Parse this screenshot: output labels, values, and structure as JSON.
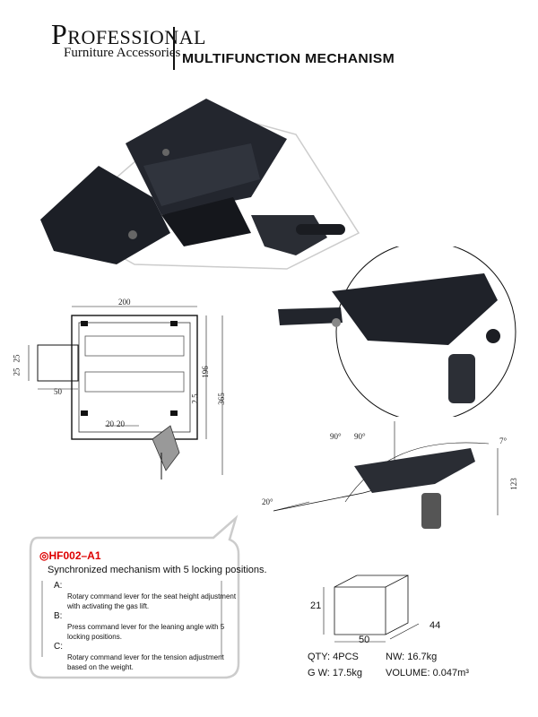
{
  "brand": {
    "line1_cap": "P",
    "line1_rest": "ROFESSIONAL",
    "line2": "Furniture Accessories"
  },
  "title": "MULTIFUNCTION MECHANISM",
  "dims": {
    "width": "200",
    "height": "196",
    "total": "365",
    "side_a": "25",
    "side_b": "25",
    "left": "50",
    "s1": "20",
    "s2": "20",
    "offset": "2.5"
  },
  "angles": {
    "a90_left": "90°",
    "a90_right": "90°",
    "a7": "7°",
    "a20": "20°",
    "h123": "123"
  },
  "model": "HF002–A1",
  "description": "Synchronized mechanism with 5 locking positions.",
  "options": [
    {
      "letter": "A:",
      "text1": "Rotary command lever for the seat height adjustment",
      "text2": "with activating the gas lift."
    },
    {
      "letter": "B:",
      "text1": "Press command lever for the leaning angle with 5",
      "text2": "locking positions."
    },
    {
      "letter": "C:",
      "text1": "Rotary command lever for the tension adjustment",
      "text2": "based on the weight."
    }
  ],
  "box": {
    "h": "21",
    "w": "50",
    "d": "44"
  },
  "specs": {
    "qty": "QTY:  4PCS",
    "nw": "NW:  16.7kg",
    "gw": "G W:  17.5kg",
    "volume": "VOLUME:  0.047m³"
  }
}
